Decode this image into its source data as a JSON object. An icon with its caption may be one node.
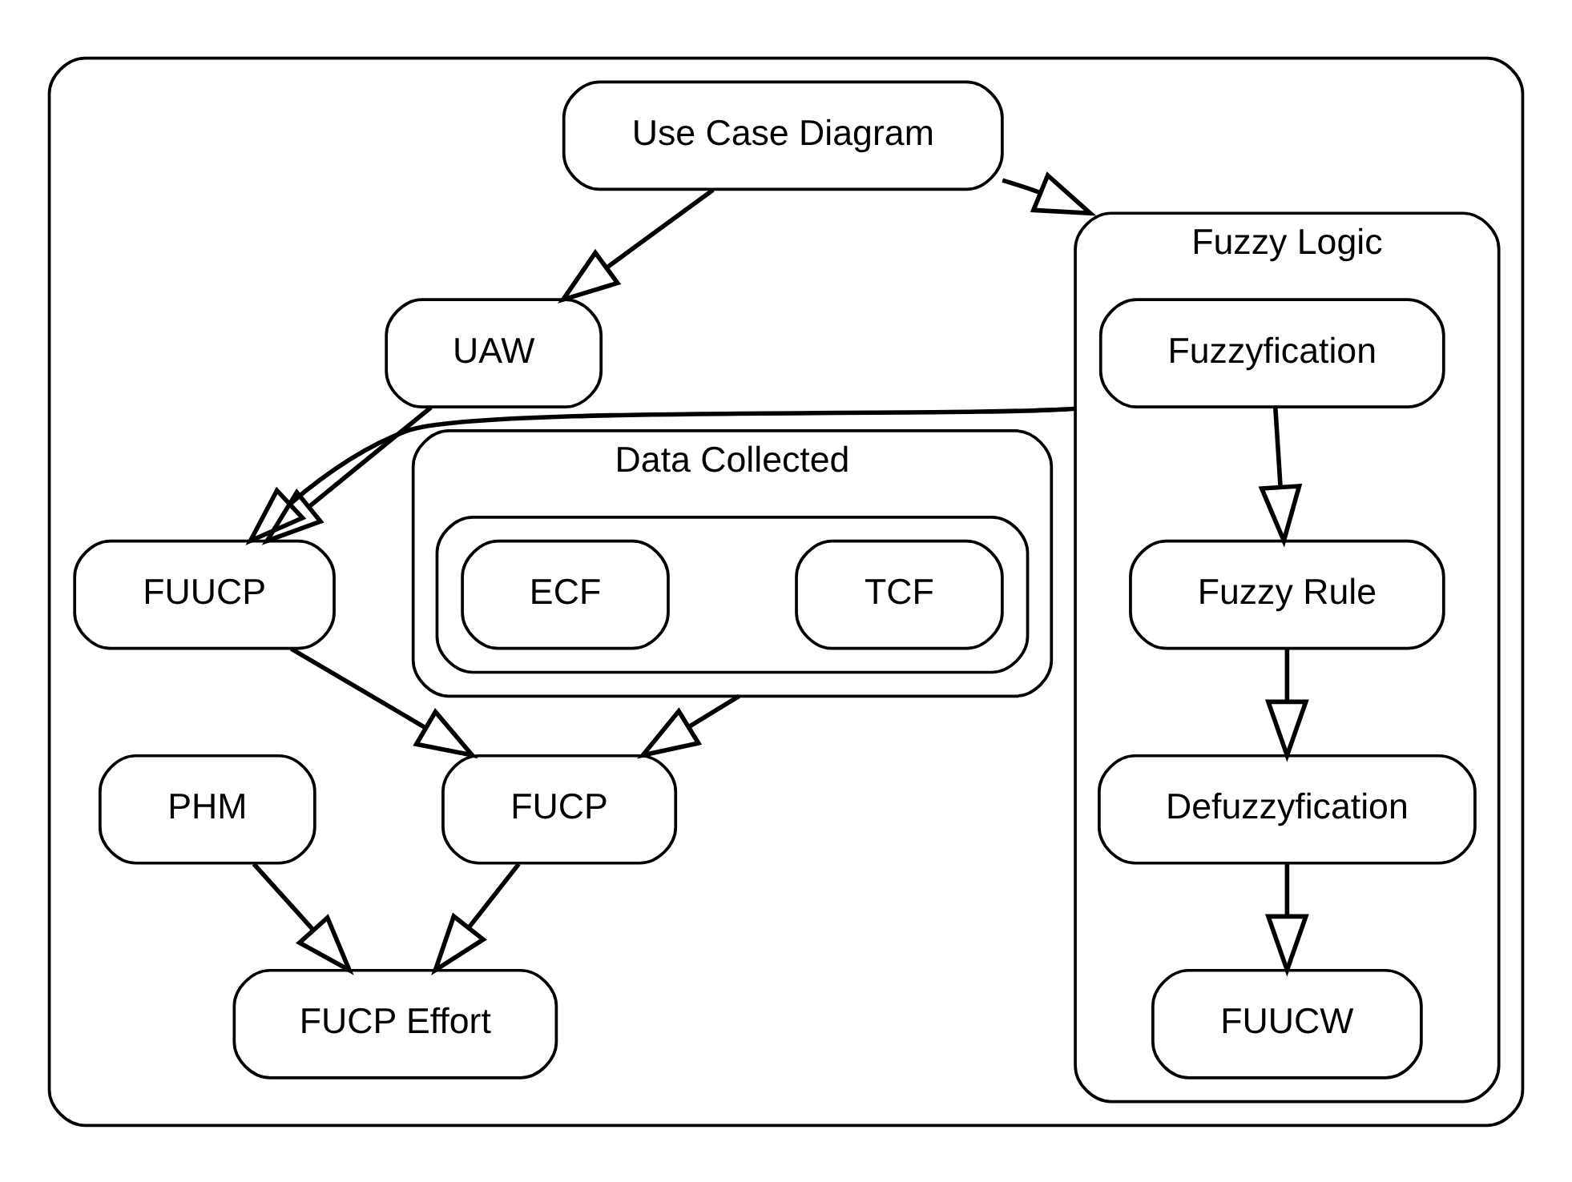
{
  "diagram": {
    "nodes": [
      {
        "text": [],
        "shape": "box"
      },
      {
        "text": [
          "Use Case Diagram"
        ],
        "in": 0
      },
      {
        "text": [
          "Fuzzy Logic"
        ],
        "in": 0
      },
      {
        "text": [
          "Fuzzyfication"
        ],
        "in": 2
      },
      {
        "text": [
          "Fuzzy Rule"
        ],
        "in": 2
      },
      {
        "text": [
          "FUUCW"
        ],
        "in": 2
      },
      {
        "text": [
          "Defuzzyfication"
        ],
        "in": 2
      },
      {
        "text": [
          "UAW"
        ],
        "in": 0
      },
      {
        "text": [
          "FUUCP"
        ],
        "in": 0
      },
      {
        "text": [
          "Data Collected"
        ],
        "in": 0
      },
      {
        "text": [],
        "shape": "box",
        "in": 9
      },
      {
        "text": [
          "TCF"
        ],
        "in": 10
      },
      {
        "text": [
          "ECF"
        ],
        "in": 10
      },
      {
        "text": [
          "FUCP"
        ],
        "in": 0
      },
      {
        "text": [
          "PHM"
        ],
        "in": 0
      },
      {
        "text": [
          "FUCP Effort"
        ],
        "in": 0
      }
    ],
    "edges": [
      {
        "from": 1,
        "to": 2,
        "arrow": "to"
      },
      {
        "from": 3,
        "to": 4,
        "arrow": "to"
      },
      {
        "from": 4,
        "to": 6,
        "arrow": "to"
      },
      {
        "from": 6,
        "to": 5,
        "arrow": "to"
      },
      {
        "from": 1,
        "to": 7,
        "arrow": "to"
      },
      {
        "from": 2,
        "to": 8,
        "arrow": "to"
      },
      {
        "from": 7,
        "to": 8,
        "arrow": "to"
      },
      {
        "from": 8,
        "to": 13,
        "arrow": "to"
      },
      {
        "from": 9,
        "to": 13,
        "arrow": "to"
      },
      {
        "from": 13,
        "to": 15,
        "arrow": "to"
      },
      {
        "from": 14,
        "to": 15,
        "arrow": "to"
      }
    ]
  }
}
